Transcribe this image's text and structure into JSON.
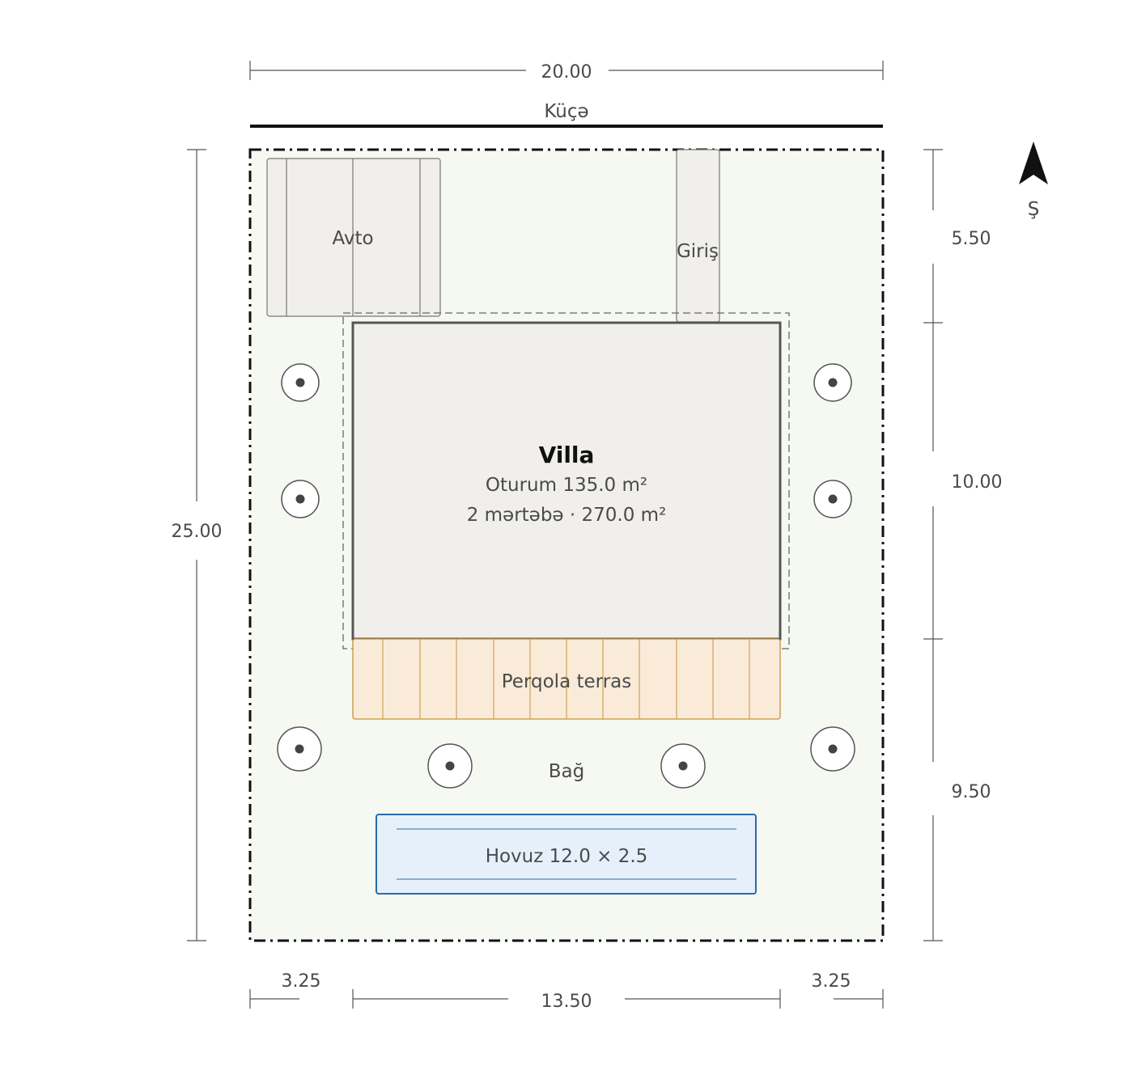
{
  "dimensions": {
    "top_width": "20.00",
    "left_depth": "25.00",
    "right_front": "5.50",
    "right_house": "10.00",
    "right_back": "9.50",
    "bottom_left": "3.25",
    "bottom_house": "13.50",
    "bottom_right": "3.25"
  },
  "street_label": "Küçə",
  "north_label": "Ş",
  "parking_label": "Avto",
  "entrance_label": "Giriş",
  "villa": {
    "title": "Villa",
    "footprint": "Oturum 135.0 m²",
    "floors": "2 mərtəbə · 270.0 m²"
  },
  "pergola_label": "Perqola terras",
  "garden_label": "Bağ",
  "pool_label": "Hovuz 12.0 × 2.5",
  "colors": {
    "plot_fill": "#f6f9f2",
    "house_fill": "#f0efeb",
    "pergola_fill": "#faebd9",
    "pergola_stroke": "#c8923a",
    "pool_fill": "#e6f0fb",
    "pool_stroke": "#2a6aa8"
  }
}
